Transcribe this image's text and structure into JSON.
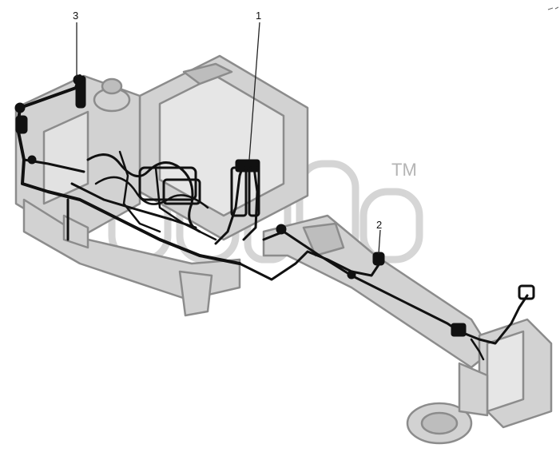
{
  "callouts": [
    {
      "id": "callout-1",
      "label": "1"
    },
    {
      "id": "callout-2",
      "label": "2"
    },
    {
      "id": "callout-3",
      "label": "3"
    }
  ],
  "watermark": {
    "trademark": "TM"
  },
  "colors": {
    "machine_fill": "#d2d2d2",
    "machine_stroke": "#8c8c8c",
    "harness": "#111111",
    "watermark": "#bcbcbc"
  }
}
